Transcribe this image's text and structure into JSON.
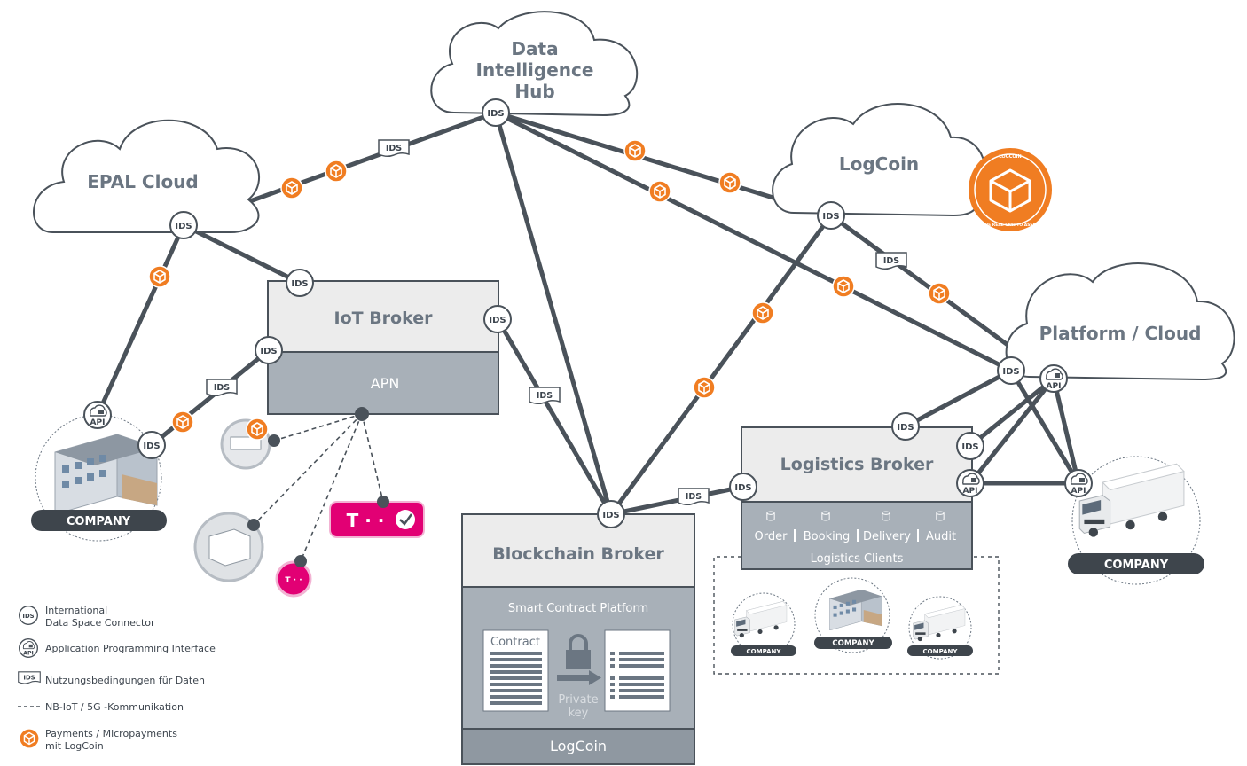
{
  "clouds": {
    "epal": "EPAL Cloud",
    "hub_line1": "Data",
    "hub_line2": "Intelligence",
    "hub_line3": "Hub",
    "logcoin": "LogCoin",
    "platform": "Platform / Cloud"
  },
  "brokers": {
    "iot_title": "IoT Broker",
    "iot_apn": "APN",
    "blockchain_title": "Blockchain Broker",
    "smart_contract": "Smart Contract Platform",
    "contract": "Contract",
    "private_line1": "Private",
    "private_line2": "key",
    "logcoin_footer": "LogCoin",
    "logistics_title": "Logistics Broker",
    "logistics_order": "Order",
    "logistics_booking": "Booking",
    "logistics_delivery": "Delivery",
    "logistics_audit": "Audit",
    "logistics_clients": "Logistics Clients"
  },
  "badges": {
    "ids": "IDS",
    "api": "API",
    "company": "COMPANY",
    "telekom": "T · ·",
    "telekom_small": "T · ·"
  },
  "logcoin_seal": {
    "top": "LOGCOIN",
    "bottom": "THE REAL CRYPTO ASSET"
  },
  "legend": {
    "ids_line1": "International",
    "ids_line2": "Data Space Connector",
    "api": "Application Programming Interface",
    "terms": "Nutzungsbedingungen für Daten",
    "comm": "NB-IoT / 5G -Kommunikation",
    "pay_line1": "Payments / Micropayments",
    "pay_line2": "mit LogCoin"
  },
  "colors": {
    "line": "#4a525a",
    "orange": "#f07d22",
    "box_light": "#ececec",
    "box_dark": "#a8b0b8",
    "box_darker": "#8f98a1",
    "company_badge": "#3e454c",
    "telekom": "#e20074"
  }
}
